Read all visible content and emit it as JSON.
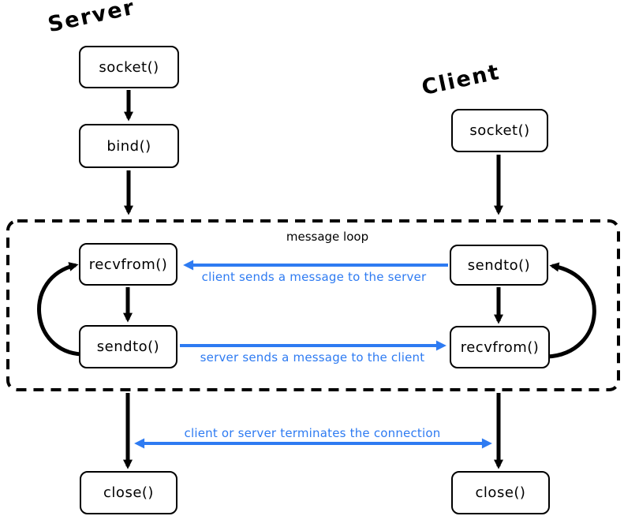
{
  "diagram": {
    "server": {
      "title": "Server",
      "socket": "socket()",
      "bind": "bind()",
      "recvfrom": "recvfrom()",
      "sendto": "sendto()",
      "close": "close()"
    },
    "client": {
      "title": "Client",
      "socket": "socket()",
      "sendto": "sendto()",
      "recvfrom": "recvfrom()",
      "close": "close()"
    },
    "message_loop_label": "message loop",
    "annotations": {
      "client_to_server": "client sends a message to the server",
      "server_to_client": "server sends a message to the client",
      "terminate": "client or server terminates the connection"
    },
    "colors": {
      "arrow_blue": "#2e7bf2",
      "arrow_black": "#000000",
      "background": "#ffffff"
    }
  }
}
